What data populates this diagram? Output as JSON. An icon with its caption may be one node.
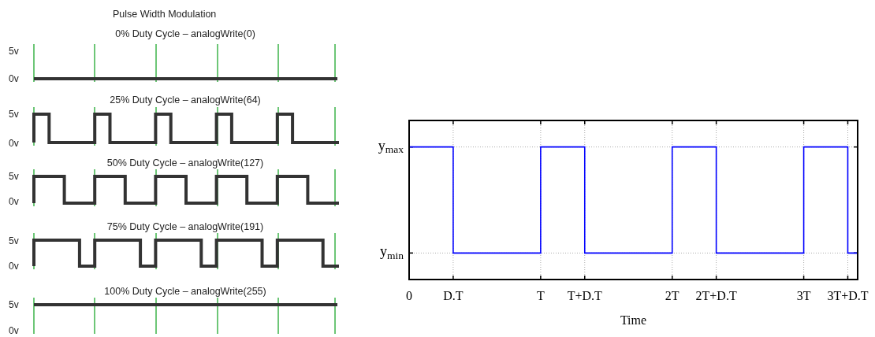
{
  "diagram": {
    "title": "Pulse Width Modulation",
    "labels": [
      "0% Duty Cycle – analogWrite(0)",
      "5v",
      "0v",
      "25% Duty Cycle – analogWrite(64)",
      "5v",
      "0v",
      "50% Duty Cycle – analogWrite(127)",
      "5v",
      "0v",
      "75% Duty Cycle – analogWrite(191)",
      "5v",
      "0v",
      "100% Duty Cycle – analogWrite(255)",
      "5v",
      "0v",
      "y$_{max}$",
      "y$_{min}$",
      "0",
      "D.T",
      "T",
      "T+D.T",
      "2T",
      "2T+D.T",
      "3T",
      "3T+D.T",
      "Time"
    ]
  }
}
